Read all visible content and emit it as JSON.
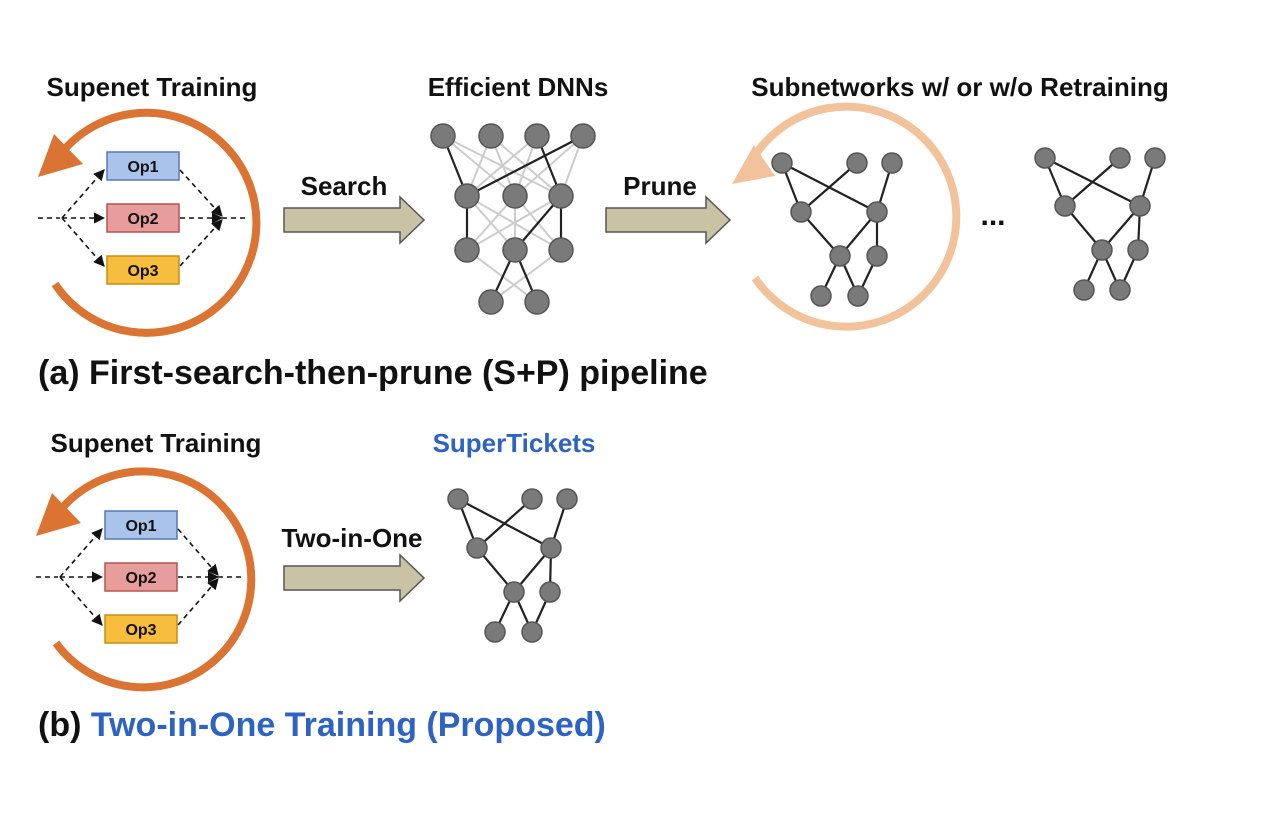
{
  "colors": {
    "supernet_loop": "#db7432",
    "subnet_loop": "#f2c29b",
    "node_fill": "#7a7a7a",
    "arrow_fill": "#c9c2a4",
    "highlight_text": "#2e63c4",
    "op1_fill": "#a9c3ea",
    "op2_fill": "#e79d9b",
    "op3_fill": "#f7bd3c"
  },
  "panel_a": {
    "supernet_title": "Supenet Training",
    "dnn_title": "Efficient DNNs",
    "subnet_title": "Subnetworks w/ or w/o Retraining",
    "ops": [
      "Op1",
      "Op2",
      "Op3"
    ],
    "search_label": "Search",
    "prune_label": "Prune",
    "ellipsis": "...",
    "caption": "(a) First-search-then-prune (S+P) pipeline"
  },
  "panel_b": {
    "supernet_title": "Supenet Training",
    "result_title": "SuperTickets",
    "ops": [
      "Op1",
      "Op2",
      "Op3"
    ],
    "arrow_label": "Two-in-One",
    "caption_prefix": "(b) ",
    "caption_highlight": "Two-in-One Training (Proposed)"
  }
}
